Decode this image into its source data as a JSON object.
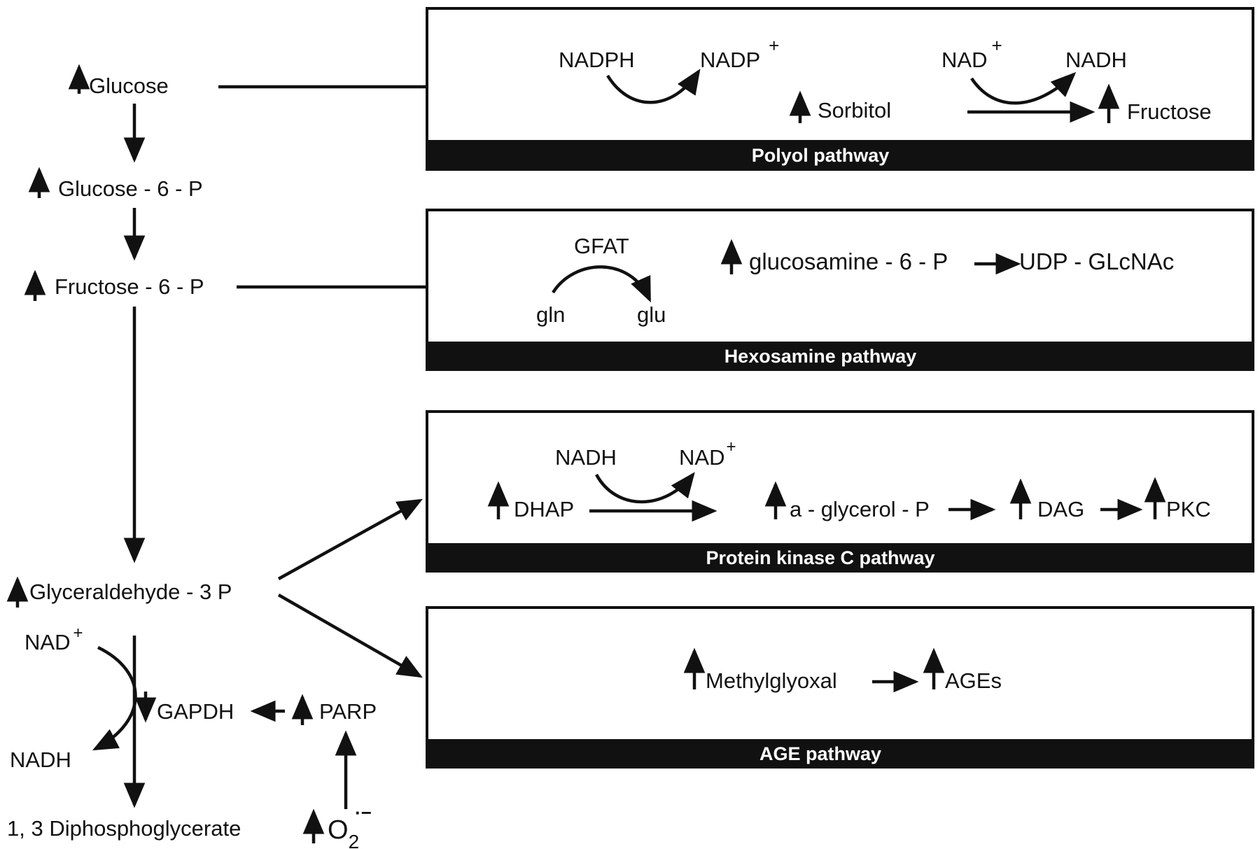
{
  "glycolysis": {
    "glucose": "Glucose",
    "glucose_6_p": "Glucose - 6 - P",
    "fructose_6_p": "Fructose - 6 - P",
    "glyceraldehyde_3_p": "Glyceraldehyde - 3 P",
    "nad_plus": "NAD",
    "nad_plus_sup": "+",
    "nadh": "NADH",
    "gapdh": "GAPDH",
    "parp": "PARP",
    "superoxide": "O",
    "superoxide_sub": "2",
    "superoxide_sup": "·−",
    "diphosphoglycerate": "1, 3 Diphosphoglycerate"
  },
  "polyol": {
    "band_label": "Polyol pathway",
    "nadph": "NADPH",
    "nadp": "NADP",
    "nadp_sup": "+",
    "sorbitol": "Sorbitol",
    "nad": "NAD",
    "nad_sup": "+",
    "nadh": "NADH",
    "fructose": "Fructose"
  },
  "hexosamine": {
    "band_label": "Hexosamine pathway",
    "gfat": "GFAT",
    "gln": "gln",
    "glu": "glu",
    "glucosamine_6_p": "glucosamine - 6 - P",
    "udp_glcnac": "UDP - GLcNAc"
  },
  "pkc": {
    "band_label": "Protein kinase C pathway",
    "nadh": "NADH",
    "nad": "NAD",
    "nad_sup": "+",
    "dhap": "DHAP",
    "a_glycerol_p": "a - glycerol - P",
    "dag": "DAG",
    "pkc": "PKC"
  },
  "age": {
    "band_label": "AGE pathway",
    "methylglyoxal": "Methylglyoxal",
    "ages": "AGEs"
  }
}
